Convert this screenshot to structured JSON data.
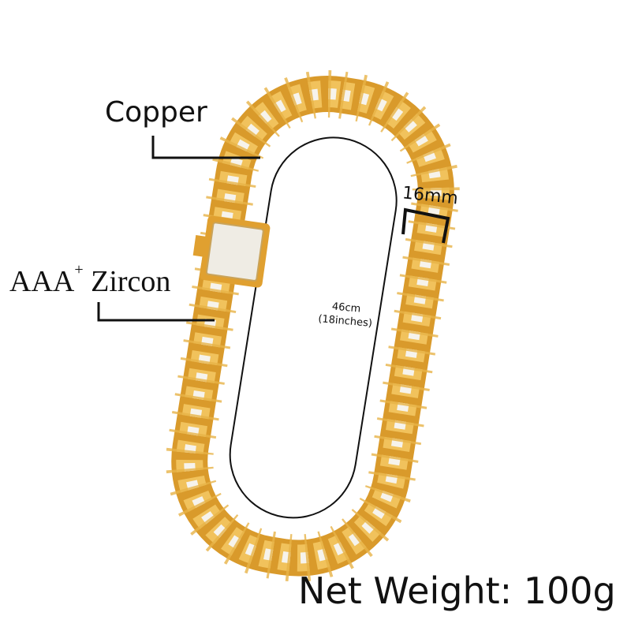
{
  "labels": {
    "material": "Copper",
    "stone_main": "AAA",
    "stone_sup": "+",
    "stone_rest": " Zircon",
    "width": "16mm",
    "length": "46cm",
    "length_inches": "(18inches)",
    "net_weight": "Net Weight: 100g"
  },
  "colors": {
    "gold": "#e2a93a",
    "stone": "#f4f1ea",
    "line": "#111111"
  }
}
